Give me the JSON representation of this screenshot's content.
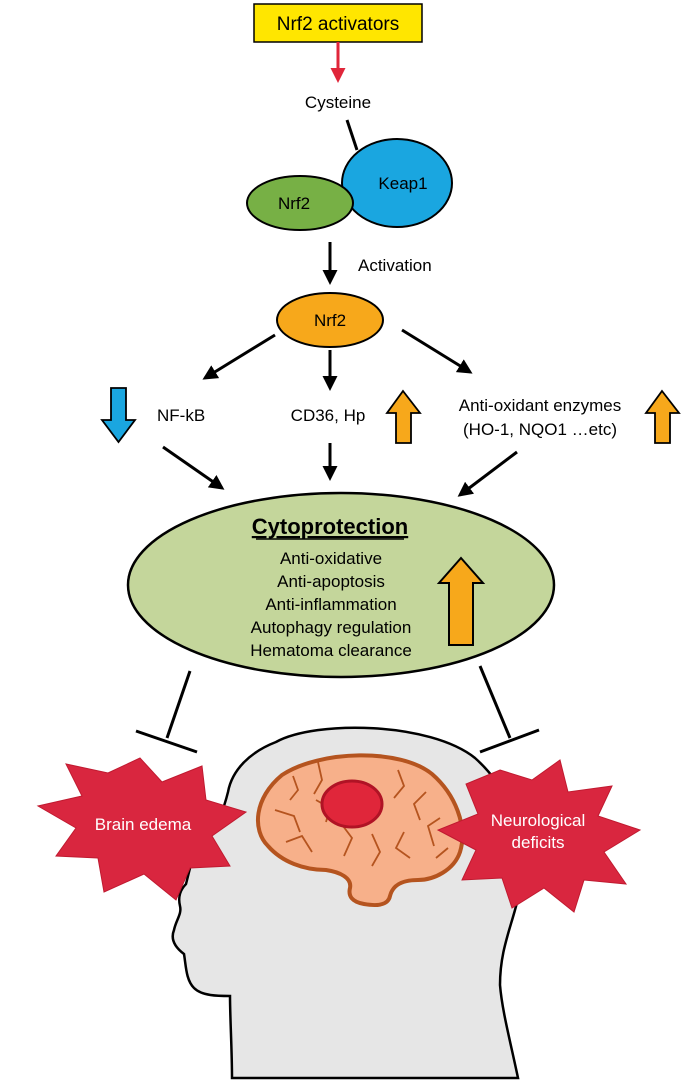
{
  "activators": {
    "label": "Nrf2 activators"
  },
  "cysteine": {
    "label": "Cysteine"
  },
  "keap1": {
    "label": "Keap1"
  },
  "nrf2_bound": {
    "label": "Nrf2"
  },
  "activation": {
    "label": "Activation"
  },
  "nrf2_active": {
    "label": "Nrf2"
  },
  "targets": {
    "nfkb": "NF-kB",
    "cd36": "CD36, Hp",
    "antioxidant_line1": "Anti-oxidant enzymes",
    "antioxidant_line2": "(HO-1, NQO1 …etc)"
  },
  "cytoprotection": {
    "title": "Cytoprotection",
    "items": [
      "Anti-oxidative",
      "Anti-apoptosis",
      "Anti-inflammation",
      "Autophagy regulation",
      "Hematoma clearance"
    ]
  },
  "outcomes": {
    "brain_edema": "Brain edema",
    "neuro_line1": "Neurological",
    "neuro_line2": "deficits"
  },
  "colors": {
    "activator_box": "#ffe600",
    "red_arrow": "#e0263a",
    "keap1": "#1aa6e0",
    "nrf2_green": "#77b045",
    "nrf2_orange": "#f7a81b",
    "cytoprotection_fill": "#c4d69b",
    "down_arrow": "#1aa6e0",
    "up_arrow": "#f7a81b",
    "starburst": "#d9263f",
    "brain": "#f7b08a",
    "brain_outline": "#b5541f",
    "hemorrhage": "#e0263a",
    "head": "#e6e6e6"
  }
}
